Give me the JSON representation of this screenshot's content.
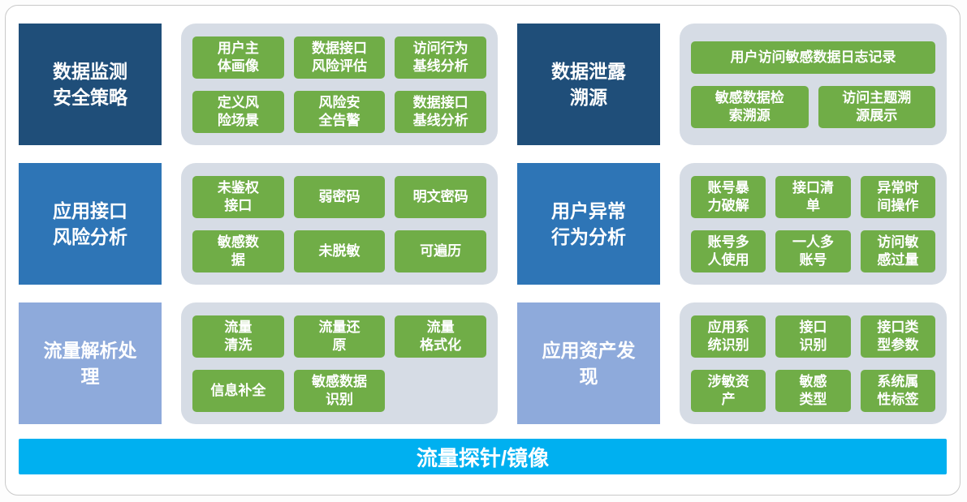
{
  "colors": {
    "navy": "#1f4e79",
    "blue": "#2e75b6",
    "periwinkle": "#8eaadb",
    "panel_gray": "#d6dce5",
    "chip_green": "#70ad47",
    "bar_cyan": "#00b0f0"
  },
  "sections": [
    {
      "label": "数据监测\n安全策略",
      "chips": [
        "用户主\n体画像",
        "数据接口\n风险评估",
        "访问行为\n基线分析",
        "定义风\n险场景",
        "风险安\n全告警",
        "数据接口\n基线分析"
      ]
    },
    {
      "label": "数据泄露\n溯源",
      "chips": [
        "用户访问敏感数据日志记录",
        "敏感数据检\n索溯源",
        "访问主题溯\n源展示"
      ]
    },
    {
      "label": "应用接口\n风险分析",
      "chips": [
        "未鉴权\n接口",
        "弱密码",
        "明文密码",
        "敏感数\n据",
        "未脱敏",
        "可遍历"
      ]
    },
    {
      "label": "用户异常\n行为分析",
      "chips": [
        "账号暴\n力破解",
        "接口清\n单",
        "异常时\n间操作",
        "账号多\n人使用",
        "一人多\n账号",
        "访问敏\n感过量"
      ]
    },
    {
      "label": "流量解析处\n理",
      "chips": [
        "流量\n清洗",
        "流量还\n原",
        "流量\n格式化",
        "信息补全",
        "敏感数据\n识别"
      ]
    },
    {
      "label": "应用资产发\n现",
      "chips": [
        "应用系\n统识别",
        "接口\n识别",
        "接口类\n型参数",
        "涉敏资\n产",
        "敏感\n类型",
        "系统属\n性标签"
      ]
    }
  ],
  "bottom_bar": {
    "label": "流量探针/镜像"
  }
}
